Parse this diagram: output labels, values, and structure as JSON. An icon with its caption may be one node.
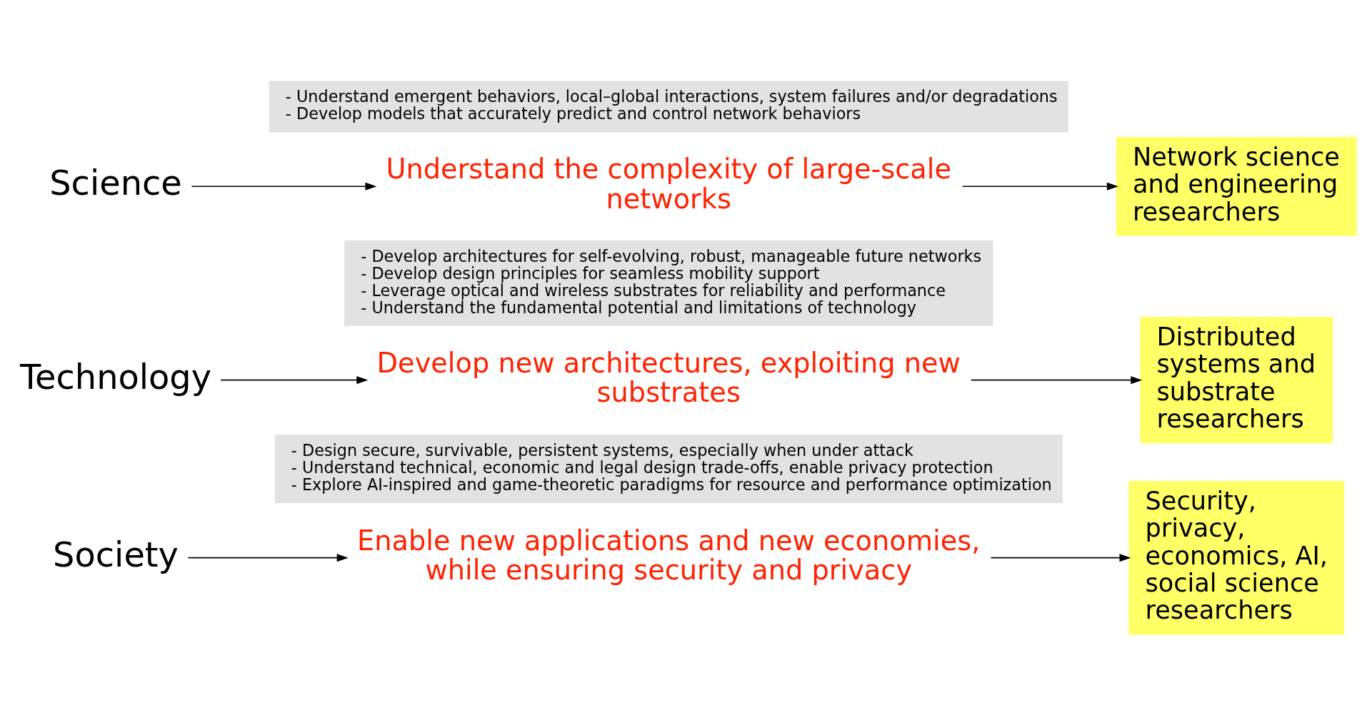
{
  "diagram": {
    "nodes": [
      {
        "text": [
          "Society"
        ]
      },
      {
        "text": [
          "Enable new applications and new economies, while ensuring security and privacy"
        ]
      },
      {
        "text": [
          "- Design secure, survivable, persistent systems, especially when under attack",
          "- Understand technical, economic and legal design trade-offs, enable privacy protection",
          "- Explore AI-inspired and game-theoretic paradigms for resource and performance optimization"
        ]
      },
      {
        "text": [
          "Security, privacy, economics, AI, social science researchers"
        ]
      },
      {
        "text": [
          "Technology"
        ]
      },
      {
        "text": [
          "Develop new architectures, exploiting new substrates"
        ]
      },
      {
        "text": [
          "- Develop architectures for self-evolving, robust, manageable future networks",
          "- Develop design principles for seamless mobility support",
          "- Leverage optical and wireless substrates for reliability and performance",
          "- Understand the fundamental potential and limitations of technology"
        ]
      },
      {
        "text": [
          "Distributed systems and substrate researchers"
        ]
      },
      {
        "text": [
          "Science"
        ]
      },
      {
        "text": [
          "Understand the complexity of large-scale networks"
        ]
      },
      {
        "text": [
          "- Understand emergent behaviors, local–global interactions, system failures and/or degradations",
          "- Develop models that accurately predict and control network behaviors"
        ]
      },
      {
        "text": [
          "Network science and engineering researchers"
        ]
      }
    ],
    "edges": [
      {
        "from": 0,
        "to": 1,
        "arrow": "to"
      },
      {
        "from": 1,
        "to": 3,
        "arrow": "to"
      },
      {
        "from": 4,
        "to": 5,
        "arrow": "to"
      },
      {
        "from": 5,
        "to": 7,
        "arrow": "to"
      },
      {
        "from": 8,
        "to": 9,
        "arrow": "to"
      },
      {
        "from": 9,
        "to": 11,
        "arrow": "to"
      }
    ]
  }
}
